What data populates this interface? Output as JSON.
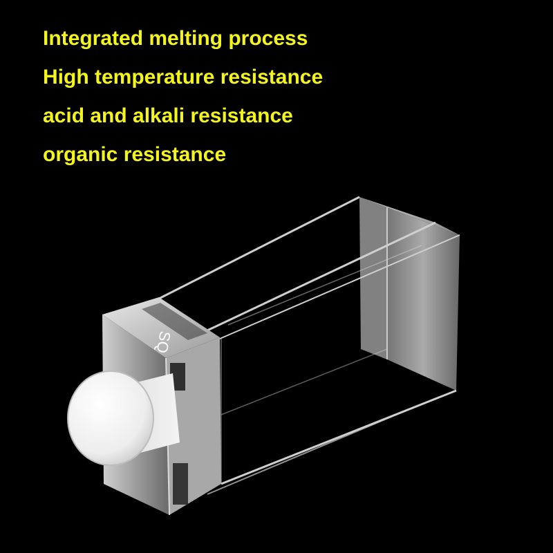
{
  "features": [
    "Integrated melting process",
    "High temperature resistance",
    "acid and alkali resistance",
    "organic resistance"
  ],
  "product": {
    "marking": "SQ"
  },
  "colors": {
    "background": "#000000",
    "feature_text": "#f5f51e",
    "cap": "#f2f2f2"
  }
}
